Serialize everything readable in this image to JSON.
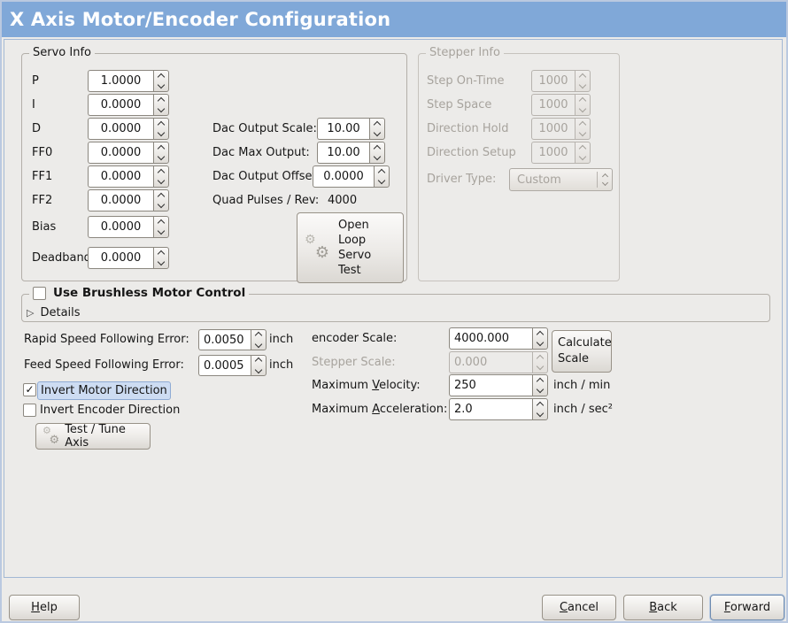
{
  "window": {
    "title": "X Axis Motor/Encoder Configuration"
  },
  "icons": {
    "checkmark": "✓",
    "expander_triangle": "▷",
    "gear": "⚙"
  },
  "colors": {
    "titlebar": "#80a8d8",
    "background": "#ecebe9",
    "panel_border": "#a2b8d4",
    "focus_highlight": "#cddcf2",
    "disabled_text": "#a7a39d"
  },
  "servo_info": {
    "legend": "Servo Info",
    "params": [
      {
        "label": "P",
        "value": "1.0000"
      },
      {
        "label": "I",
        "value": "0.0000"
      },
      {
        "label": "D",
        "value": "0.0000"
      },
      {
        "label": "FF0",
        "value": "0.0000"
      },
      {
        "label": "FF1",
        "value": "0.0000"
      },
      {
        "label": "FF2",
        "value": "0.0000"
      },
      {
        "label": "Bias",
        "value": "0.0000"
      },
      {
        "label": "Deadband",
        "value": "0.0000"
      }
    ],
    "dac_output_scale": {
      "label": "Dac Output Scale:",
      "value": "10.00"
    },
    "dac_max_output": {
      "label": "Dac Max Output:",
      "value": "10.00"
    },
    "dac_output_offset": {
      "label": "Dac Output Offset:",
      "value": "0.0000"
    },
    "quad_pulses": {
      "label": "Quad Pulses / Rev:",
      "value": "4000"
    },
    "open_loop_test_button": "Open Loop Servo Test"
  },
  "stepper_info": {
    "legend": "Stepper Info",
    "params": [
      {
        "label": "Step On-Time",
        "value": "1000"
      },
      {
        "label": "Step Space",
        "value": "1000"
      },
      {
        "label": "Direction Hold",
        "value": "1000"
      },
      {
        "label": "Direction Setup",
        "value": "1000"
      }
    ],
    "driver_type": {
      "label": "Driver Type:",
      "value": "Custom"
    }
  },
  "brushless": {
    "checkbox_label": "Use Brushless Motor Control",
    "details_label": "Details"
  },
  "following_error": {
    "rapid": {
      "label": "Rapid Speed Following Error:",
      "value": "0.0050",
      "unit": "inch"
    },
    "feed": {
      "label": "Feed Speed Following Error:",
      "value": "0.0005",
      "unit": "inch"
    }
  },
  "direction": {
    "invert_motor_label": "Invert Motor Direction",
    "invert_encoder_label": "Invert Encoder Direction"
  },
  "test_tune_button": "Test / Tune Axis",
  "scale": {
    "encoder_scale": {
      "label": "encoder Scale:",
      "value": "4000.000"
    },
    "calculate_scale_button": "Calculate Scale",
    "stepper_scale": {
      "label": "Stepper Scale:",
      "value": "0.000"
    },
    "max_velocity": {
      "pre": "Maximum ",
      "key": "V",
      "post": "elocity:",
      "value": "250",
      "unit": "inch / min"
    },
    "max_acceleration": {
      "pre": "Maximum ",
      "key": "A",
      "post": "cceleration:",
      "value": "2.0",
      "unit": "inch / sec²"
    }
  },
  "footer": {
    "help": {
      "key": "H",
      "post": "elp"
    },
    "cancel": {
      "key": "C",
      "post": "ancel"
    },
    "back": {
      "key": "B",
      "post": "ack"
    },
    "forward": {
      "key": "F",
      "post": "orward"
    }
  }
}
